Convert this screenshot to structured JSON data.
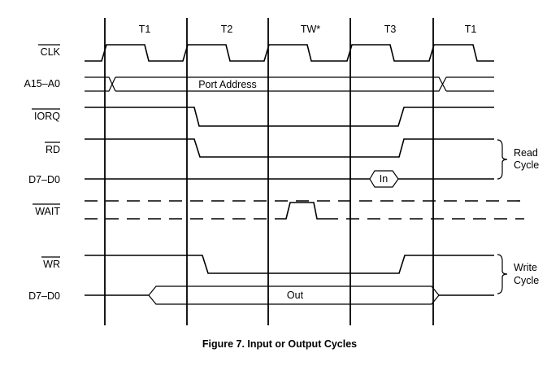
{
  "title": "Figure 7. Input or Output Cycles",
  "periods": [
    "T1",
    "T2",
    "TW*",
    "T3",
    "T1"
  ],
  "signals": {
    "clk": "CLK",
    "addr": "A15–A0",
    "iorq": "IORQ",
    "rd": "RD",
    "data_in": "D7–D0",
    "wait": "WAIT",
    "wr": "WR",
    "data_out": "D7–D0"
  },
  "bus_labels": {
    "port_address": "Port Address",
    "in": "In",
    "out": "Out"
  },
  "groups": {
    "read": [
      "Read",
      "Cycle"
    ],
    "write": [
      "Write",
      "Cycle"
    ]
  }
}
